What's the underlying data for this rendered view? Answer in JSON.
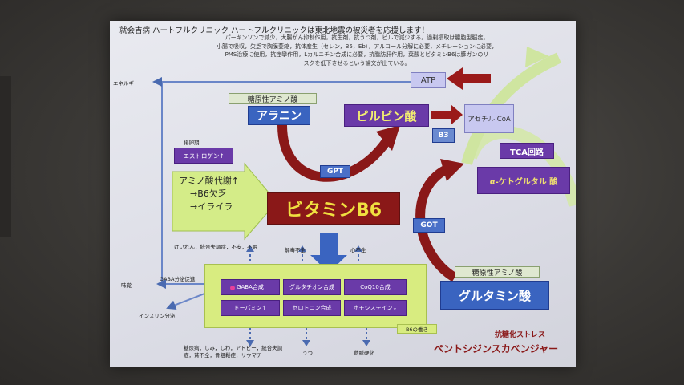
{
  "slide": {
    "header": "就会吉病 ハートフルクリニック ハートフルクリニックは東北地震の被災者を応援します！",
    "paragraph": [
      "パーキンソンで減少，大腸がん抑制作用，抗生剤，抗うつ剤，ピルで減少する。過剰摂取は膿胞型脳症，",
      "小腸で吸収，欠乏で胸膜萎縮，抗体産生（セレン，B5，Eb），アルコール分解に必要，メチレーションに必要，",
      "PMS治療に使用，抗痙攣作用，Lカルニチン合成に必要，抗脂肪肝作用，葉酸とビタミンB6は膵ガンのリ",
      "スクを低下させるという論文が出ている。"
    ],
    "left_labels": {
      "energy": "エネルギー",
      "taste": "味覚",
      "insulin": "インスリン分泌",
      "gaba_promote": "GABA分泌促進"
    },
    "atp": "ATP",
    "glucogenic_top": "糖原性アミノ酸",
    "alanine": "アラニン",
    "pyruvate": "ピルビン酸",
    "acetyl_coa": "アセチル CoA",
    "b3": "B3",
    "tca": "TCA回路",
    "alpha_keto": "α-ケトグルタル 酸",
    "gpt": "GPT",
    "got": "GOT",
    "excretion": "排卵期",
    "excretion_box": "エストロゲン↑",
    "amino_metab": [
      "アミノ酸代謝↑",
      "→B6欠乏",
      "→イライラ"
    ],
    "vitamin_b6": "ビタミンB6",
    "glucogenic_bottom": "糖原性アミノ酸",
    "glutamine": "グルタミン酸",
    "top_effects": {
      "left": "けいれん，統合失調症，不安，不眠",
      "mid": "解毒不全",
      "right": "心不全"
    },
    "cells": [
      "GABA合成",
      "グルタチオン合成",
      "CoQ10合成",
      "ドーパミン↑",
      "セロトニン合成",
      "ホモシステイン↓"
    ],
    "b6_action": "B6の働き",
    "bottom_effects": {
      "left": "糖尿病，しみ，しわ，アトピー，統合失調症，貧不全，骨粗鬆症，リウマチ",
      "mid": "うつ",
      "right": "動脈硬化"
    },
    "antiglycation": "抗糖化ストレス",
    "pentosidine": "ペントシジンスカベンジャー"
  }
}
